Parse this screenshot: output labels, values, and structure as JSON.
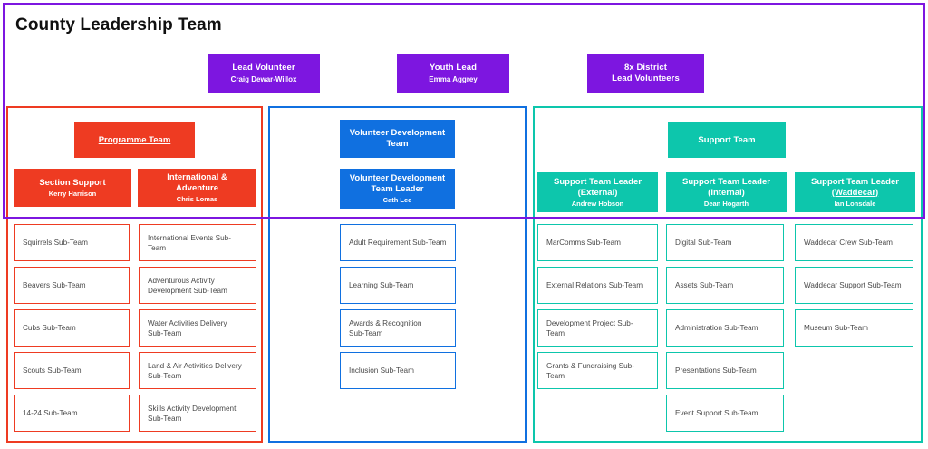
{
  "page": {
    "title": "County Leadership Team",
    "colors": {
      "purple": "#7d16e0",
      "red": "#ee3b22",
      "blue": "#1070e0",
      "teal": "#0dc6ac",
      "text": "#4a4a4a"
    }
  },
  "leadership": {
    "roles": [
      {
        "title": "Lead Volunteer",
        "name": "Craig Dewar-Willox"
      },
      {
        "title": "Youth Lead",
        "name": "Emma Aggrey"
      },
      {
        "title": "8x District",
        "title2": "Lead Volunteers",
        "name": ""
      }
    ]
  },
  "teams": [
    {
      "key": "programme",
      "head": {
        "title": "Programme Team"
      },
      "leaders": [
        {
          "title": "Section Support",
          "name": "Kerry Harrison"
        },
        {
          "title": "International &",
          "title2": "Adventure",
          "name": "Chris Lomas"
        }
      ],
      "subteam_columns": [
        {
          "items": [
            {
              "line1": "Squirrels Sub-Team"
            },
            {
              "line1": "Beavers Sub-Team"
            },
            {
              "line1": "Cubs Sub-Team"
            },
            {
              "line1": "Scouts Sub-Team"
            },
            {
              "line1": "14-24 Sub-Team"
            }
          ]
        },
        {
          "items": [
            {
              "line1": "International Events Sub-Team"
            },
            {
              "line1": "Adventurous Activity",
              "line2": "Development Sub-Team"
            },
            {
              "line1": "Water Activities Delivery",
              "line2": "Sub-Team"
            },
            {
              "line1": "Land & Air Activities Delivery",
              "line2": "Sub-Team"
            },
            {
              "line1": "Skills Activity Development",
              "line2": "Sub-Team"
            }
          ]
        }
      ]
    },
    {
      "key": "volunteer",
      "head": {
        "title": "Volunteer Development",
        "title2": "Team"
      },
      "leaders": [
        {
          "title": "Volunteer Development",
          "title2": "Team Leader",
          "name": "Cath Lee"
        }
      ],
      "subteam_columns": [
        {
          "items": [
            {
              "line1": "Adult Requirement Sub-Team"
            },
            {
              "line1": "Learning Sub-Team"
            },
            {
              "line1": "Awards & Recognition",
              "line2": "Sub-Team"
            },
            {
              "line1": "Inclusion Sub-Team"
            }
          ]
        }
      ]
    },
    {
      "key": "support",
      "head": {
        "title": "Support Team"
      },
      "leaders": [
        {
          "title": "Support Team Leader",
          "title2": "(External)",
          "name": "Andrew Hobson"
        },
        {
          "title": "Support Team Leader",
          "title2": "(Internal)",
          "name": "Dean Hogarth"
        },
        {
          "title": "Support Team Leader",
          "title2": "(Waddecar)",
          "name": "Ian Lonsdale"
        }
      ],
      "subteam_columns": [
        {
          "items": [
            {
              "line1": "MarComms Sub-Team"
            },
            {
              "line1": "External Relations Sub-Team"
            },
            {
              "line1": "Development Project Sub-Team"
            },
            {
              "line1": "Grants & Fundraising Sub-Team"
            }
          ]
        },
        {
          "items": [
            {
              "line1": "Digital Sub-Team"
            },
            {
              "line1": "Assets Sub-Team"
            },
            {
              "line1": "Administration Sub-Team"
            },
            {
              "line1": "Presentations Sub-Team"
            },
            {
              "line1": "Event Support Sub-Team"
            }
          ]
        },
        {
          "items": [
            {
              "line1": "Waddecar Crew Sub-Team"
            },
            {
              "line1": "Waddecar Support Sub-Team"
            },
            {
              "line1": "Museum Sub-Team"
            }
          ]
        }
      ]
    }
  ]
}
